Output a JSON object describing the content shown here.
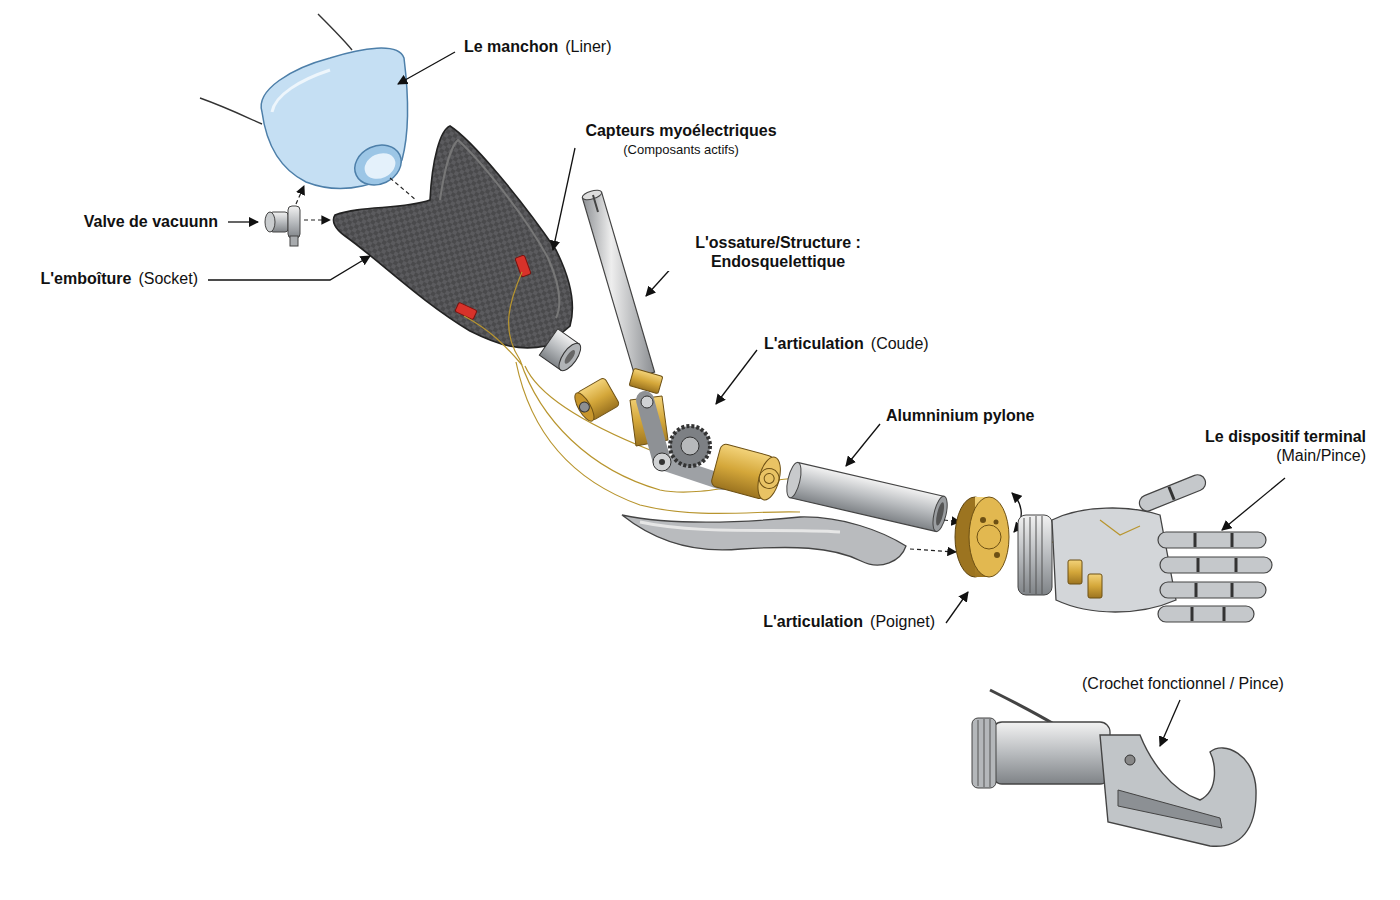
{
  "diagram": {
    "labels": [
      "Le manchon",
      "(Liner)",
      "Capteurs myoélectriques",
      "(Composants actifs)",
      "Valve de vacuunn",
      "L'emboîture",
      "(Socket)",
      "L'ossature/Structure : Endosquelettique",
      "L'articulation",
      "(Coude)",
      "Alumninium pylone",
      "Le dispositif terminal",
      "(Main/Pince)",
      "L'articulation",
      "(Poignet)",
      "(Crochet fonctionnel / Pince)"
    ]
  }
}
